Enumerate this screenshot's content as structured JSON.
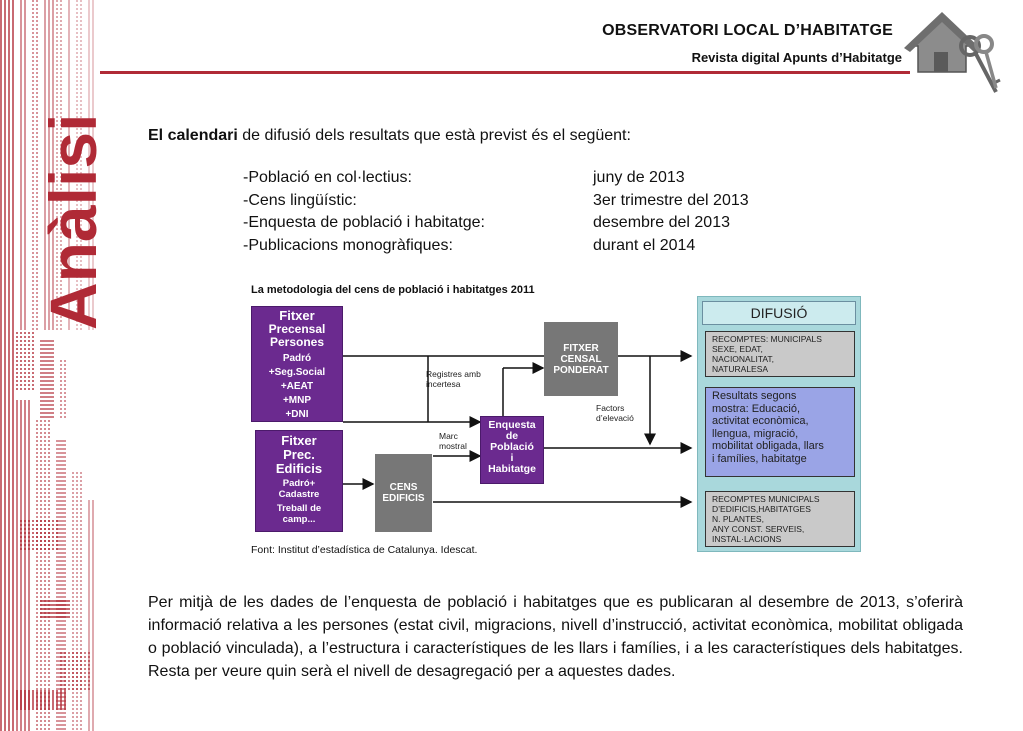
{
  "sidebar": {
    "vertical_title": "Anàlisi"
  },
  "header": {
    "title": "OBSERVATORI LOCAL D’HABITATGE",
    "subtitle": "Revista digital Apunts d’Habitatge",
    "logo_icon": "house-keys-icon",
    "accent_color": "#b02a36"
  },
  "intro": {
    "bold": "El calendari",
    "rest": " de difusió dels resultats que està previst és el següent:"
  },
  "calendar": [
    {
      "item": "-Població en col·lectius:",
      "date": "juny de 2013"
    },
    {
      "item": "-Cens lingüístic:",
      "date": "3er trimestre del 2013"
    },
    {
      "item": "-Enquesta de població i habitatge:",
      "date": "desembre del 2013"
    },
    {
      "item": "-Publicacions monogràfiques:",
      "date": "durant el 2014"
    }
  ],
  "figure": {
    "title": "La metodologia del cens de població i habitatges 2011",
    "source": "Font: Institut d’estadística de Catalunya. Idescat.",
    "fitxer_persones": {
      "title": [
        "Fitxer",
        "Precensal",
        "Persones"
      ],
      "items": [
        "Padró",
        "+Seg.Social",
        "+AEAT",
        "+MNP",
        "+DNI"
      ]
    },
    "fitxer_edificis": {
      "title": [
        "Fitxer",
        "Prec.",
        "Edificis"
      ],
      "items": [
        "Padró+",
        "Cadastre",
        "Treball de",
        "camp..."
      ]
    },
    "fitxer_censal": [
      "FITXER",
      "CENSAL",
      "PONDERAT"
    ],
    "enquesta": [
      "Enquesta",
      "de",
      "Població",
      "i",
      "Habitatge"
    ],
    "cens_edificis": [
      "CENS",
      "EDIFICIS"
    ],
    "label_registres": [
      "Registres amb",
      "incertesa"
    ],
    "label_factors": [
      "Factors",
      "d’elevació"
    ],
    "label_marc": [
      "Marc",
      "mostral"
    ],
    "difusio": {
      "title": "DIFUSIÓ",
      "box1": [
        "RECOMPTES: MUNICIPALS",
        "SEXE, EDAT,",
        "NACIONALITAT,",
        "NATURALESA"
      ],
      "box2": [
        "Resultats segons",
        "mostra: Educació,",
        "activitat econòmica,",
        "llengua, migració,",
        "mobilitat obligada, llars",
        "i famílies, habitatge"
      ],
      "box3": [
        "RECOMPTES MUNICIPALS",
        "D’EDIFICIS,HABITATGES",
        "N. PLANTES,",
        "ANY CONST. SERVEIS,",
        "INSTAL·LACIONS"
      ]
    }
  },
  "paragraph": "Per mitjà de les dades de l’enquesta de població i habitatges que es publicaran al desembre de 2013, s’oferirà informació relativa a les persones (estat civil, migracions, nivell d’instrucció, activitat econòmica, mobilitat obligada o població vinculada), a l’estructura i característiques de les llars i famílies, i a les característiques dels habitatges. Resta per veure quin serà el nivell de desagregació per a aquestes dades."
}
